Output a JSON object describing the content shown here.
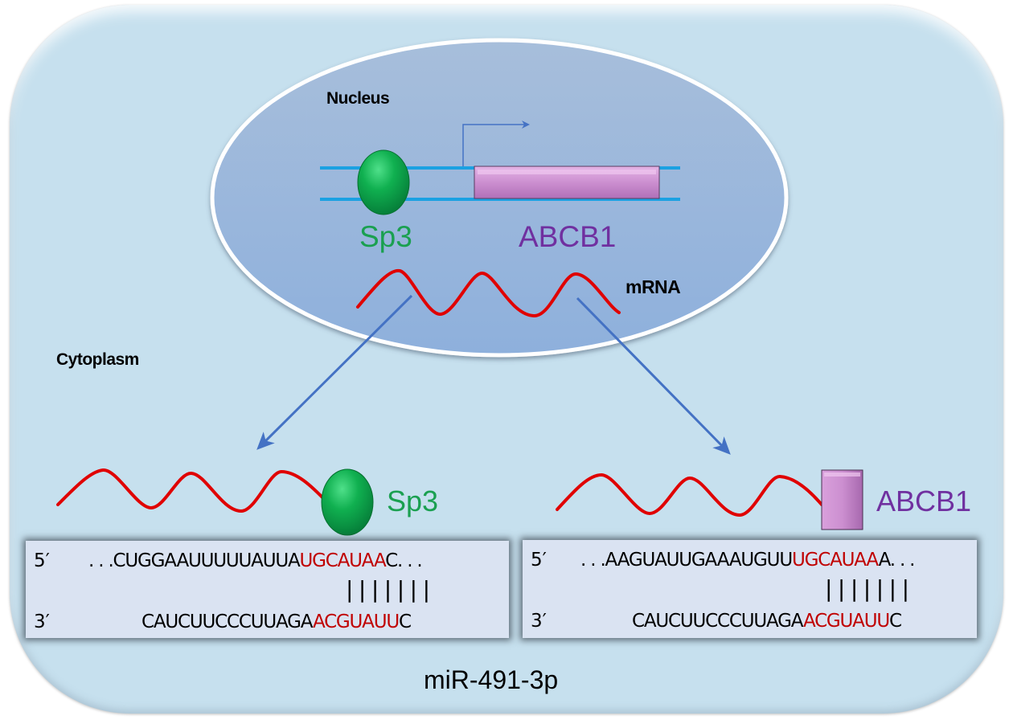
{
  "title": "miR-491-3p targets Sp3 and ABCB1",
  "labels": {
    "nucleus": "Nucleus",
    "cytoplasm": "Cytoplasm",
    "mrna": "mRNA",
    "sp3_nuclear": "Sp3",
    "abcb1_nuclear": "ABCB1",
    "sp3_target": "Sp3",
    "abcb1_target": "ABCB1",
    "mirna_name": "miR-491-3p"
  },
  "colors": {
    "cell": "#c6e0ee",
    "nucleus": "#95b3d7",
    "dna_strand": "#1ba1e2",
    "sp3_protein": "#10b050",
    "sp3_text": "#1aa050",
    "abcb1_gene": "#cc8fd0",
    "abcb1_text": "#7030a0",
    "mrna": "#e00000",
    "arrow": "#4472c4",
    "seed_match": "#c00000"
  },
  "alignments": [
    {
      "target": "Sp3",
      "five_prime_label": "5′",
      "three_prime_label": "3′",
      "mrna_prefix": ". . .CUGGAAUUUUUAUUA",
      "mrna_seed": "UGCAUAA",
      "mrna_suffix": "C. . .",
      "pairing": "|||||||",
      "mirna_prefix": "CAUCUUCCCUUAGA",
      "mirna_seed": "ACGUAUU",
      "mirna_suffix": "C"
    },
    {
      "target": "ABCB1",
      "five_prime_label": "5′",
      "three_prime_label": "3′",
      "mrna_prefix": ". . .AAGUAUUGAAAUGUU",
      "mrna_seed": "UGCAUAA",
      "mrna_suffix": "A. . .",
      "pairing": "|||||||",
      "mirna_prefix": "CAUCUUCCCUUAGA",
      "mirna_seed": "ACGUAUU",
      "mirna_suffix": "C"
    }
  ]
}
